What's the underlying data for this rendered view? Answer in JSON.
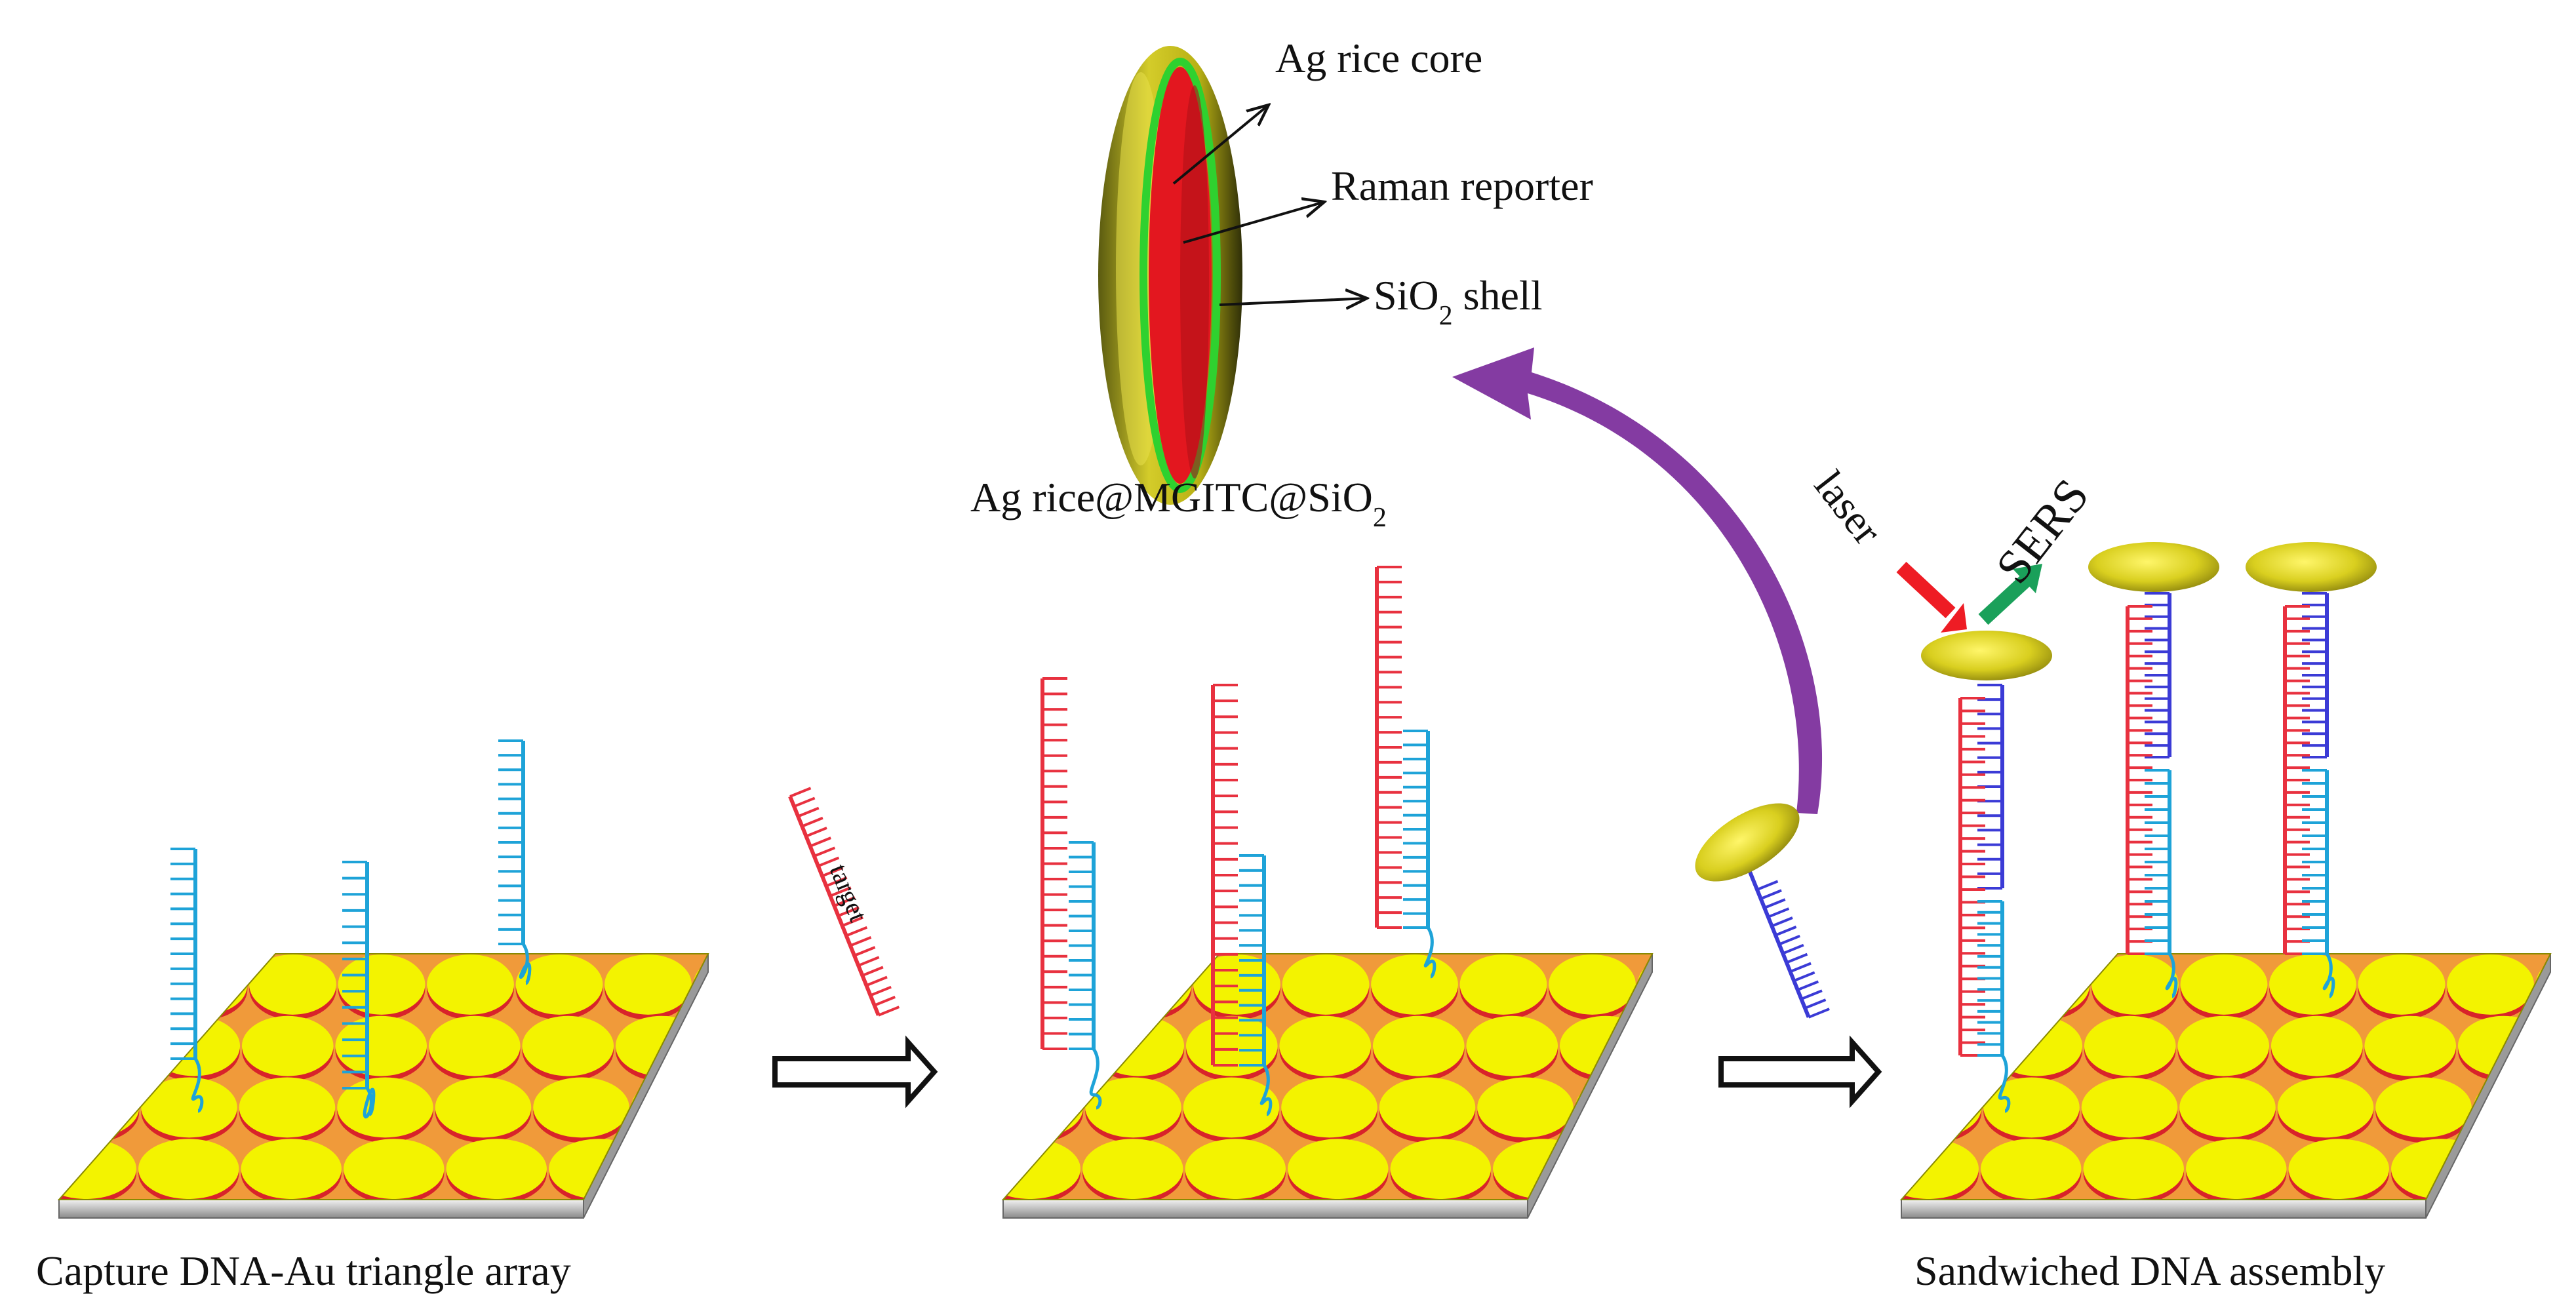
{
  "nanoparticle": {
    "label_core": "Ag rice core",
    "label_reporter": "Raman reporter",
    "label_shell_prefix": "SiO",
    "label_shell_sub": "2",
    "label_shell_suffix": " shell",
    "caption_prefix": "Ag rice@MGITC@SiO",
    "caption_sub": "2"
  },
  "panels": {
    "panel1_caption": "Capture DNA-Au triangle array",
    "panel3_caption": "Sandwiched DNA assembly"
  },
  "strands": {
    "target_label": "target"
  },
  "detection": {
    "laser_label": "laser",
    "sers_label": "SERS"
  },
  "colors": {
    "substrate_yellow": "#f3f300",
    "triangle_orange": "#f09a3a",
    "triangle_red": "#d8232a",
    "capture_cyan": "#1ea3d8",
    "target_red": "#e8313f",
    "reporter_blue": "#3b3bd6",
    "particle_olive": "#c9c21a",
    "purple_arrow": "#7a2a9a",
    "laser_red": "#ee1c24",
    "sers_green": "#1aa05a"
  }
}
